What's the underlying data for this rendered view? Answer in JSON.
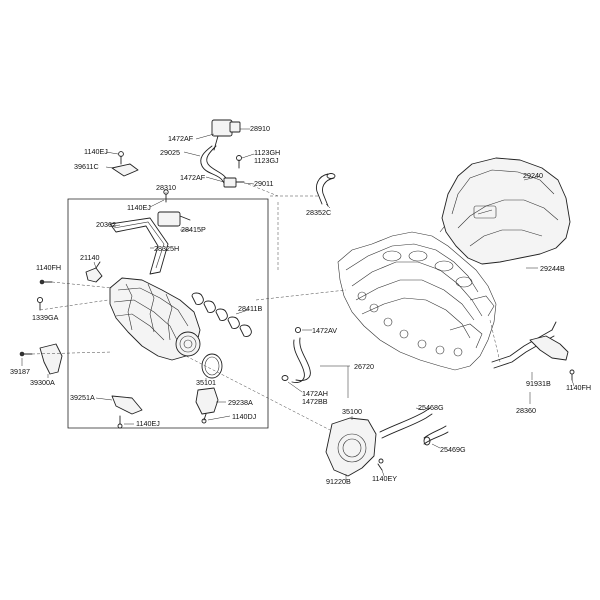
{
  "labels": {
    "p28910": "28910",
    "p1472AF_a": "1472AF",
    "p29025": "29025",
    "p1123GH": "1123GH",
    "p1123GJ": "1123GJ",
    "p1472AF_b": "1472AF",
    "p29011": "29011",
    "p1140EJ_a": "1140EJ",
    "p39611C": "39611C",
    "p28310": "28310",
    "p1140EJ_b": "1140EJ",
    "p20362": "20362",
    "p28415P": "28415P",
    "p28325H": "28325H",
    "p21140": "21140",
    "p1140FH_a": "1140FH",
    "p1339GA": "1339GA",
    "p28411B": "28411B",
    "p28352C": "28352C",
    "p29240": "29240",
    "p29244B": "29244B",
    "p1472AV": "1472AV",
    "p26720": "26720",
    "p1472AH": "1472AH",
    "p1472BB": "1472BB",
    "p39187": "39187",
    "p39300A": "39300A",
    "p35101": "35101",
    "p39251A": "39251A",
    "p29238A": "29238A",
    "p1140DJ": "1140DJ",
    "p1140EJ_c": "1140EJ",
    "p35100": "35100",
    "p25468G": "25468G",
    "p25469G": "25469G",
    "p91220B": "91220B",
    "p1140EY": "1140EY",
    "p91931B": "91931B",
    "p1140FH_b": "1140FH",
    "p28360": "28360"
  }
}
